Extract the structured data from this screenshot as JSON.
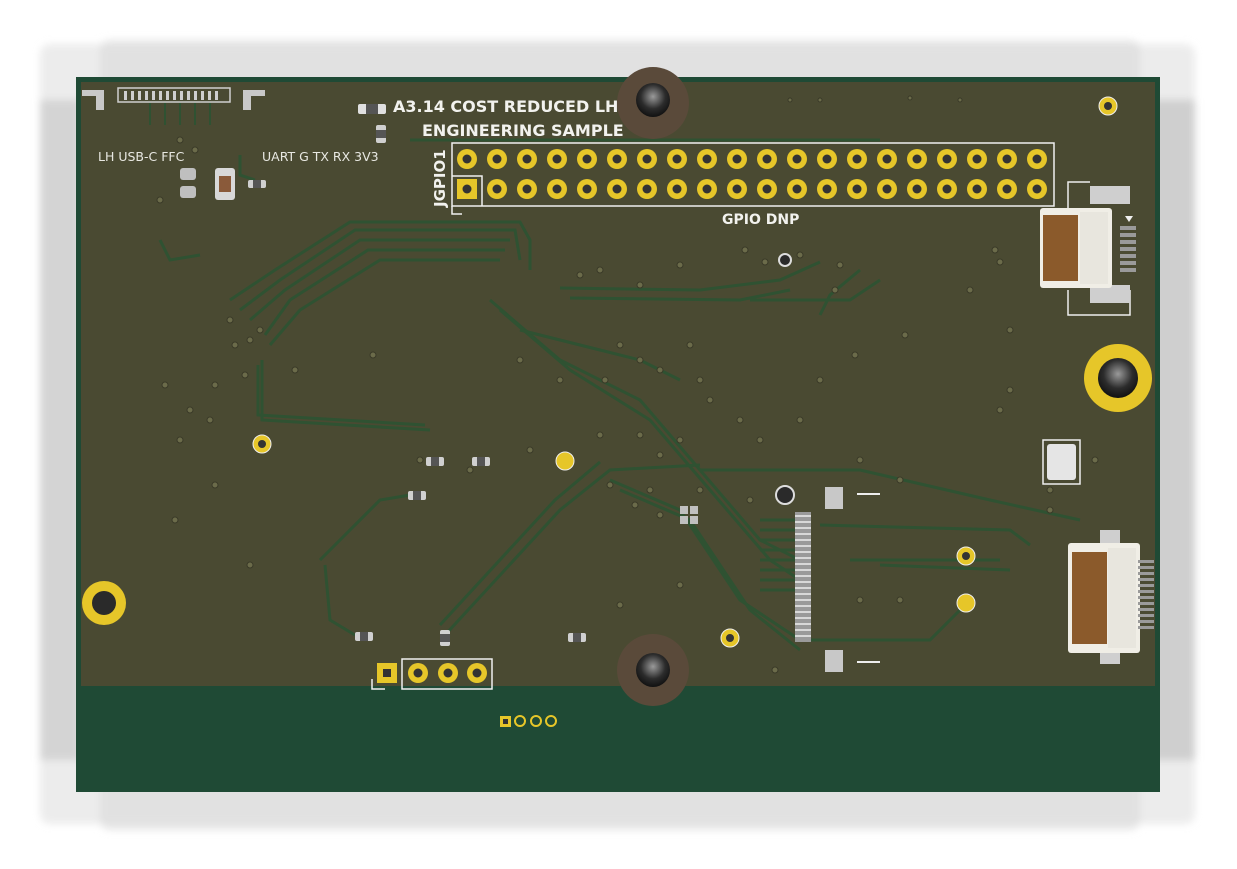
{
  "board": {
    "title_line1": "A3.14 COST REDUCED LH",
    "title_line2": "ENGINEERING SAMPLE",
    "connector_usb_label": "LH USB-C FFC",
    "uart_label": "UART G TX RX 3V3",
    "gpio_refdes": "JGPIO1",
    "gpio_label": "GPIO DNP"
  },
  "colors": {
    "pcb_mask": "#4a4a32",
    "pcb_edge": "#1f4a35",
    "trace": "#2f5232",
    "pad_gold": "#e6c629",
    "silkscreen": "#f2f2ee"
  }
}
